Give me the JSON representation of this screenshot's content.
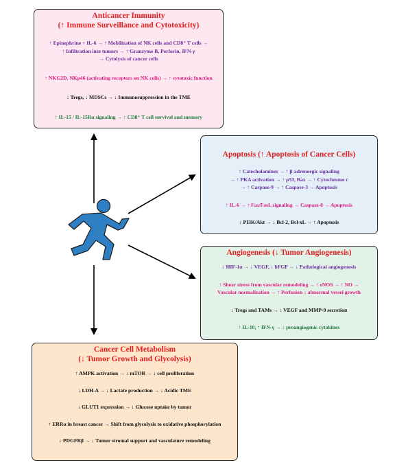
{
  "colors": {
    "title_red": "#e01f1f",
    "purple": "#6b2fa0",
    "magenta": "#e01a80",
    "black": "#111111",
    "green": "#1f7a3c",
    "runner_blue": "#2f7fc4",
    "immunity_bg": "#fde7f0",
    "apoptosis_bg": "#e4eff8",
    "angio_bg": "#e3f2e8",
    "metab_bg": "#fde6cc"
  },
  "center_icon": "running-person-icon",
  "immunity": {
    "title1": "Anticancer Immunity",
    "title2": "(↑ Immune Surveillance and Cytotoxicity)",
    "l1": "↑ Epinephrine + IL-6 → ↑ Mobilization of NK cells and CD8⁺ T cells →",
    "l2": "↑ Infiltration into tumors → ↑ Granzyme B, Perforin, IFN-γ",
    "l3": "→ Cytolysis of cancer cells",
    "l4": "↑ NKG2D, NKp46 (activating receptors on NK cells) → ↑ cytotoxic function",
    "l5": "↓ Tregs, ↓ MDSCs → ↓ Immunosuppression in the TME",
    "l6": "↑ IL-15 / IL-15Rα signaling → ↑ CD8⁺ T cell survival and memory"
  },
  "apoptosis": {
    "title": "Apoptosis (↑ Apoptosis of Cancer Cells)",
    "l1": "↑ Catecholamines → ↑ β-adrenergic signaling",
    "l2": "→ ↑ PKA activation → ↑ p53, Bax → ↑ Cytochrome c",
    "l3": "→ ↑ Caspase-9 → ↑ Caspase-3 → Apoptosis",
    "l4": "↑ IL-6 → ↑ Fas/FasL signaling → Caspase-8 → Apoptosis",
    "l5": "↓ PI3K/Akt → ↓ Bcl-2, Bcl-xL → ↑ Apoptosis"
  },
  "angiogenesis": {
    "title": "Angiogenesis (↓ Tumor Angiogenesis)",
    "l1": "↓ HIF-1α → ↓ VEGF, ↓ bFGF → ↓ Pathological angiogenesis",
    "l2": "↑ Shear stress from vascular remodeling → ↑ eNOS → ↑ NO →",
    "l3": "Vascular normalization → ↑ Perfusion ↓ abnormal vessel growth",
    "l4": "↓ Tregs and TAMs → ↓ VEGF and MMP-9 secretion",
    "l5": "↑ IL-10, ↑ IFN-γ → ↓ proangiogenic cytokines"
  },
  "metabolism": {
    "title1": "Cancer Cell Metabolism",
    "title2": "(↓ Tumor Growth and Glycolysis)",
    "l1": "↑ AMPK activation → ↓ mTOR → ↓ cell proliferation",
    "l2": "↓ LDH-A → ↓ Lactate production → ↓ Acidic TME",
    "l3": "↓ GLUT1 expression → ↓ Glucose uptake by tumor",
    "l4": "↑ ERRα in breast cancer → Shift from glycolysis to oxidative phosphorylation",
    "l5": "↓ PDGFRβ → ↓ Tumor stromal support and vasculature remodeling"
  }
}
